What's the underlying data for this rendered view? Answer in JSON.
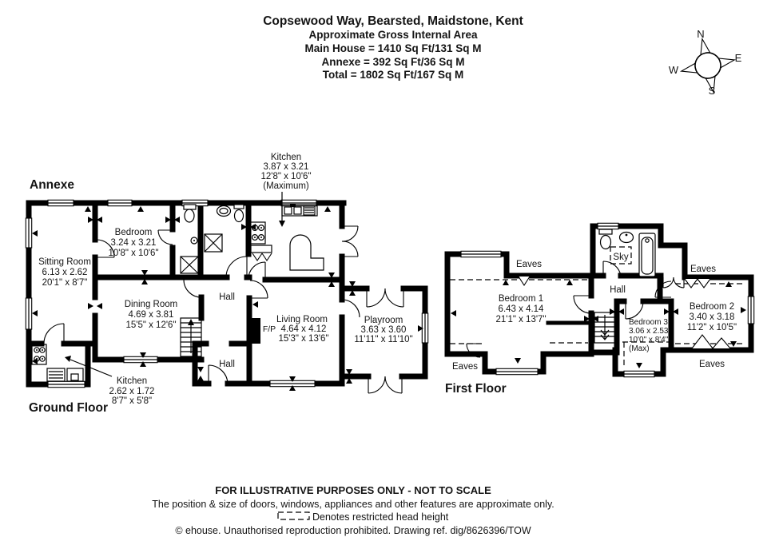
{
  "title": {
    "line1": "Copsewood Way, Bearsted, Maidstone, Kent",
    "line2": "Approximate Gross Internal Area",
    "line3": "Main House = 1410 Sq Ft/131 Sq M",
    "line4": "Annexe = 392 Sq Ft/36 Sq M",
    "line5": "Total = 1802 Sq Ft/167 Sq M"
  },
  "compass": {
    "n": "N",
    "e": "E",
    "s": "S",
    "w": "W"
  },
  "sections": {
    "annexe": "Annexe",
    "ground": "Ground Floor",
    "first": "First Floor"
  },
  "labels": {
    "hall": "Hall",
    "eaves": "Eaves",
    "sky": "Sky",
    "fireplace": "F/P"
  },
  "rooms": {
    "sitting": {
      "name": "Sitting Room",
      "metric": "6.13 x 2.62",
      "imperial": "20'1\" x 8'7\""
    },
    "annexe_bedroom": {
      "name": "Bedroom",
      "metric": "3.24 x 3.21",
      "imperial": "10'8\" x 10'6\""
    },
    "annexe_kitchen": {
      "name": "Kitchen",
      "metric": "2.62 x 1.72",
      "imperial": "8'7\" x 5'8\""
    },
    "dining": {
      "name": "Dining Room",
      "metric": "4.69 x 3.81",
      "imperial": "15'5\" x 12'6\""
    },
    "kitchen": {
      "name": "Kitchen",
      "metric": "3.87 x 3.21",
      "imperial": "12'8\" x 10'6\"",
      "note": "(Maximum)"
    },
    "living": {
      "name": "Living Room",
      "metric": "4.64 x 4.12",
      "imperial": "15'3\" x 13'6\""
    },
    "playroom": {
      "name": "Playroom",
      "metric": "3.63 x 3.60",
      "imperial": "11'11\" x 11'10\""
    },
    "bedroom1": {
      "name": "Bedroom 1",
      "metric": "6.43 x 4.14",
      "imperial": "21'1\" x 13'7\""
    },
    "bedroom2": {
      "name": "Bedroom 2",
      "metric": "3.40 x 3.18",
      "imperial": "11'2\" x 10'5\""
    },
    "bedroom3": {
      "name": "Bedroom 3",
      "metric": "3.06 x 2.53",
      "imperial": "10'0\" x 8'4\"",
      "note": "(Max)"
    }
  },
  "footer": {
    "line1": "FOR ILLUSTRATIVE PURPOSES ONLY - NOT TO SCALE",
    "line2": "The position & size of doors, windows, appliances and other features are approximate only.",
    "line3": "Denotes restricted head height",
    "line4": "© ehouse. Unauthorised reproduction prohibited. Drawing ref. dig/8626396/TOW"
  }
}
